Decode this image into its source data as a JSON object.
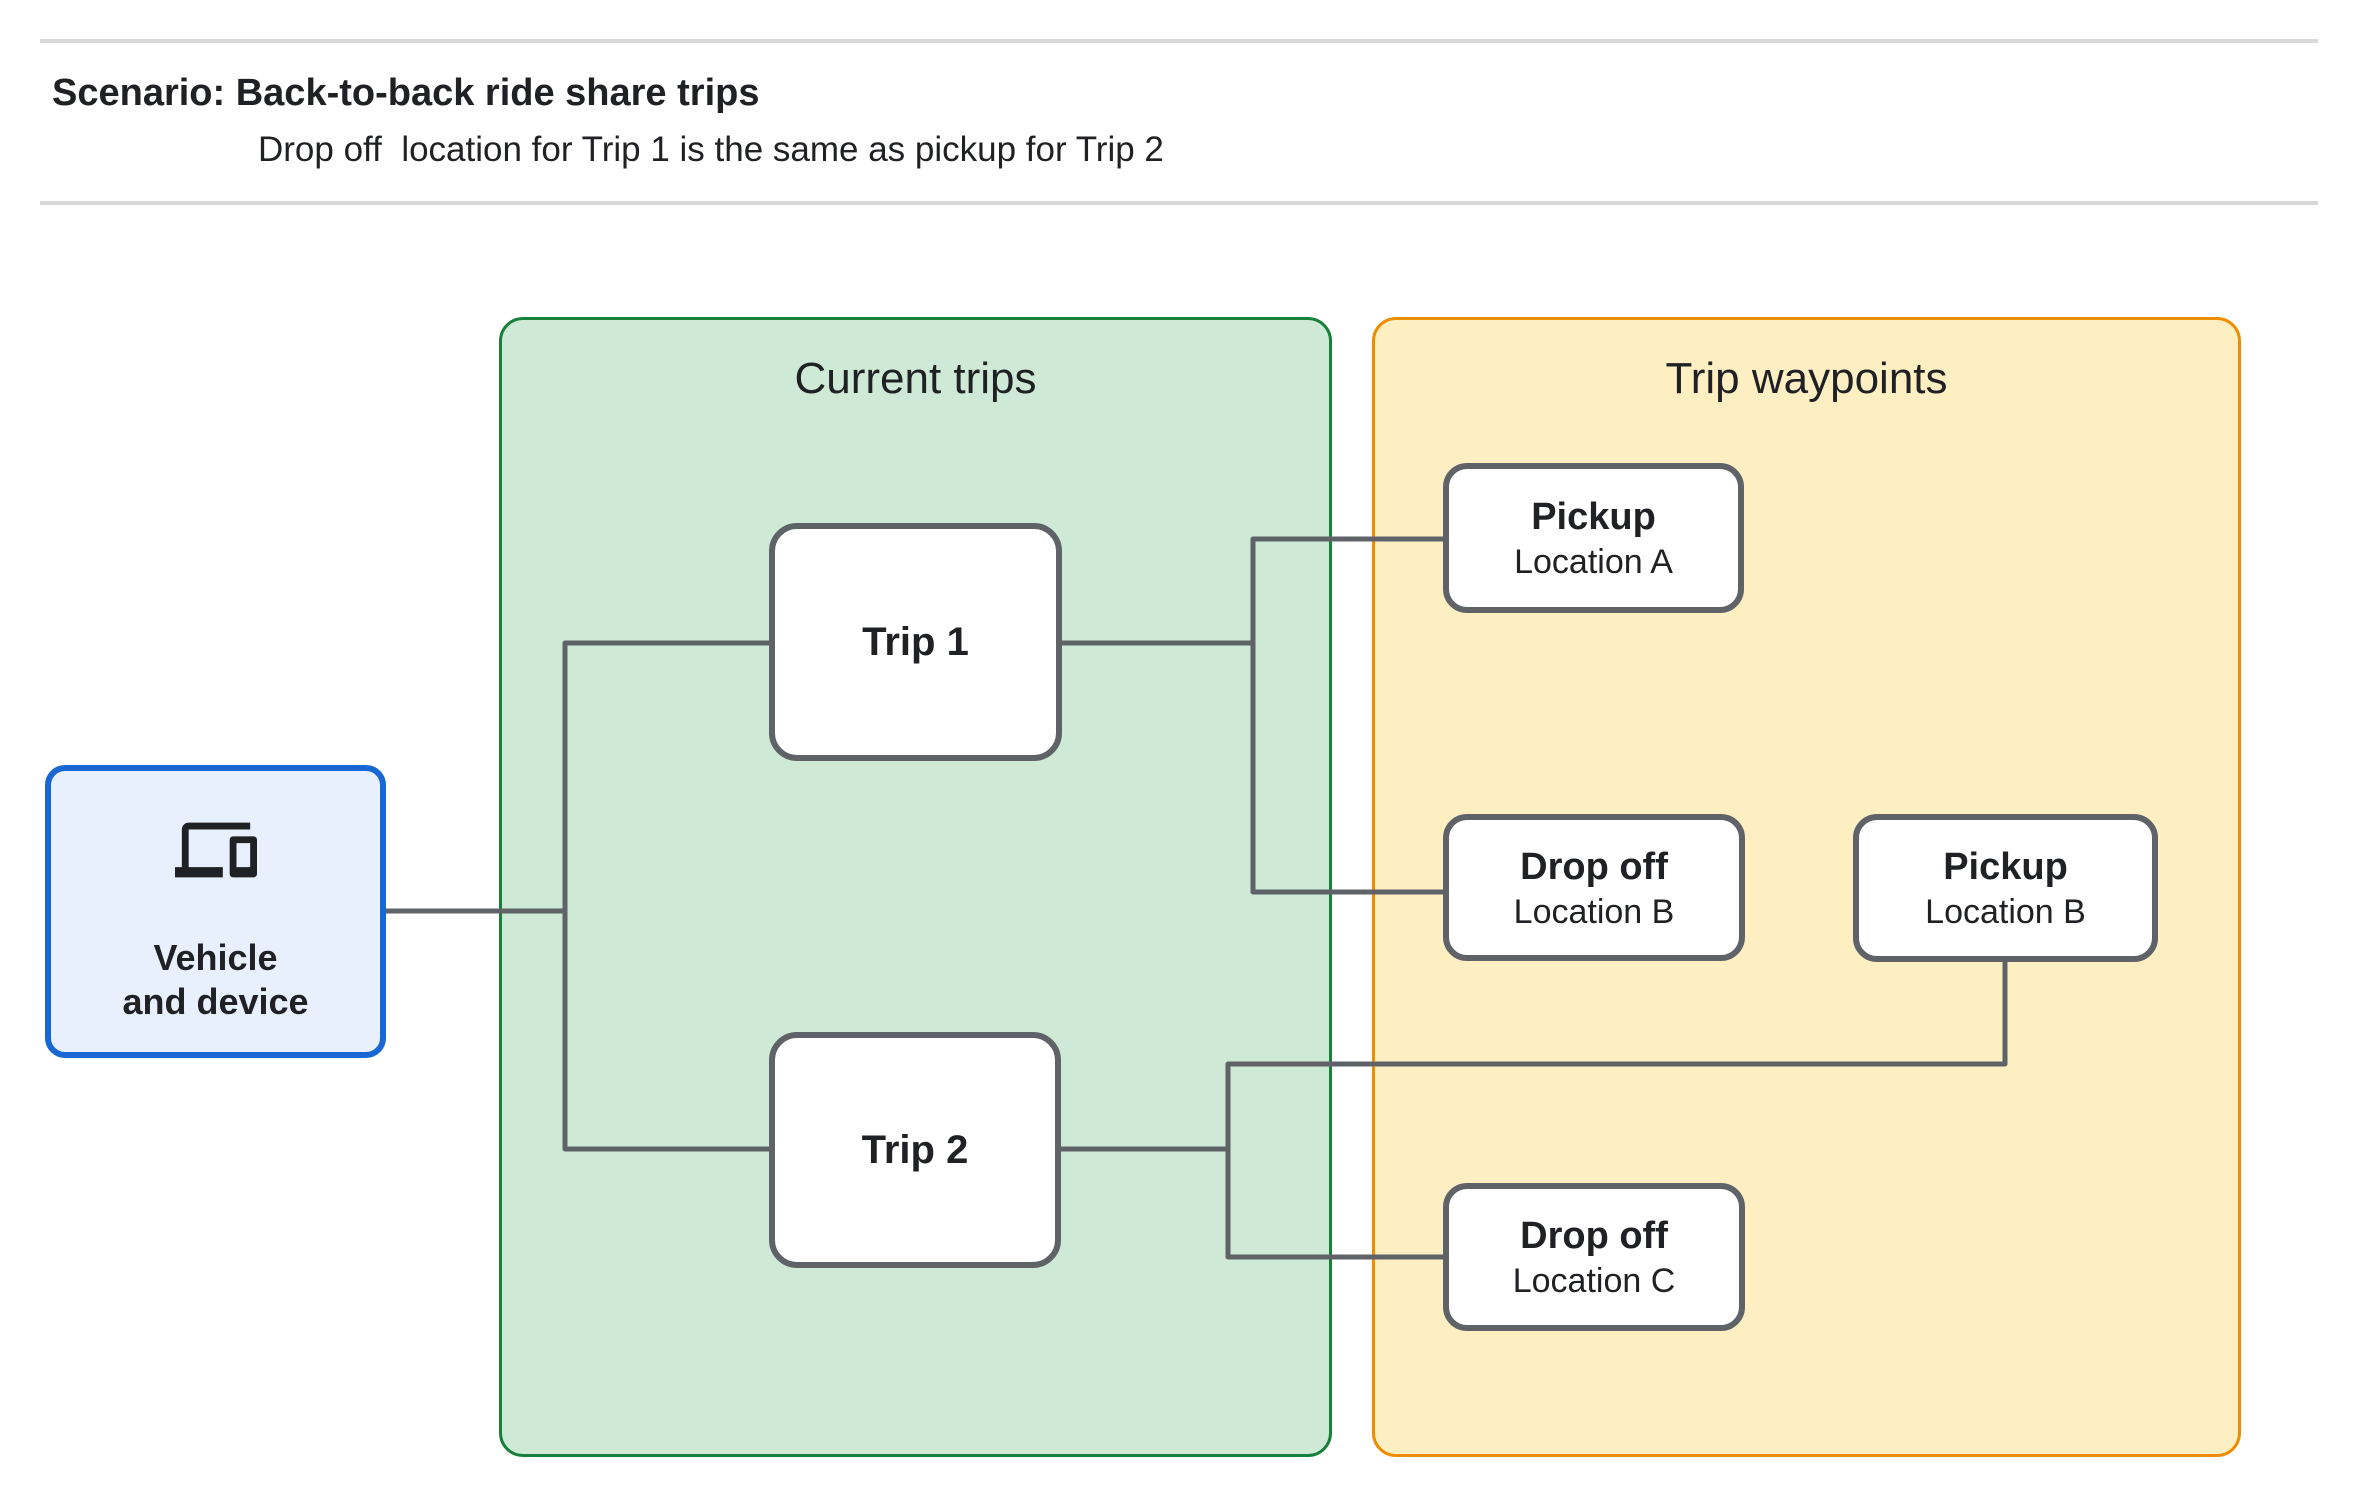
{
  "header": {
    "title": "Scenario: Back-to-back ride share trips",
    "subtitle": "Drop off  location for Trip 1 is the same as pickup for Trip 2"
  },
  "vehicle": {
    "icon": "devices-icon",
    "label_line1": "Vehicle",
    "label_line2": "and device"
  },
  "panels": {
    "current_trips": {
      "title": "Current trips"
    },
    "trip_waypoints": {
      "title": "Trip waypoints"
    }
  },
  "trips": [
    {
      "label": "Trip 1"
    },
    {
      "label": "Trip 2"
    }
  ],
  "waypoints": [
    {
      "type": "Pickup",
      "location": "Location A"
    },
    {
      "type": "Drop off",
      "location": "Location B"
    },
    {
      "type": "Pickup",
      "location": "Location B"
    },
    {
      "type": "Drop off",
      "location": "Location C"
    }
  ],
  "colors": {
    "current_trips_fill": "#ceead6",
    "current_trips_border": "#188038",
    "trip_waypoints_fill": "#feefc3",
    "trip_waypoints_border": "#ef8d00",
    "vehicle_fill": "#e8f0fe",
    "vehicle_border": "#1967d2",
    "connector_gray": "#5f6368",
    "node_border_gray": "#5f6368",
    "text": "#202124",
    "divider": "#d9d9d9"
  }
}
